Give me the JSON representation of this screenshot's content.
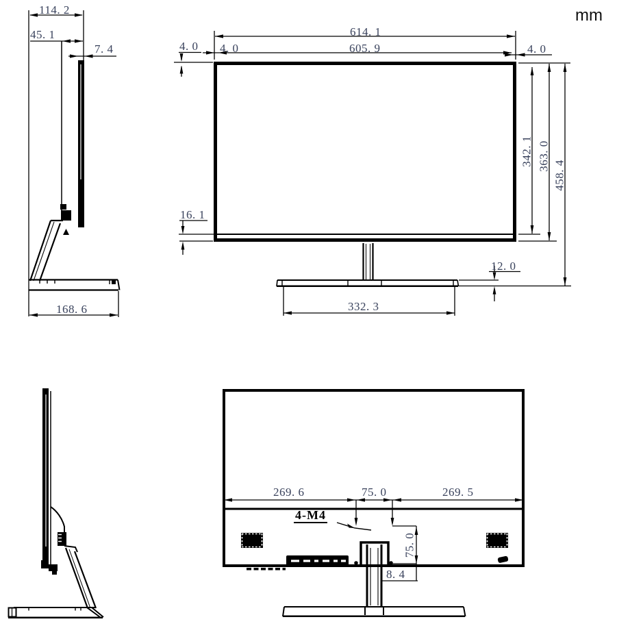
{
  "unit_label": "mm",
  "colors": {
    "line": "#000000",
    "dimension_text": "#39425c",
    "note_text": "#000000"
  },
  "views": {
    "side_top": {
      "depth_total": "114. 2",
      "head_depth": "45. 1",
      "panel_thickness": "7. 4",
      "base_depth": "168. 6"
    },
    "front": {
      "bezel_top": "4. 0",
      "width_total": "614. 1",
      "bezel_left": "4. 0",
      "width_active": "605. 9",
      "bezel_right": "4. 0",
      "bezel_bottom": "16. 1",
      "height_active": "342. 1",
      "height_head": "363. 0",
      "height_total": "458. 4",
      "base_height": "12. 0",
      "base_width": "332. 3"
    },
    "rear": {
      "span_left": "269. 6",
      "vesa_width": "75. 0",
      "span_right": "269. 5",
      "vesa_screws": "4-M4",
      "vesa_height": "75. 0",
      "screw_offset": "8. 4"
    }
  }
}
